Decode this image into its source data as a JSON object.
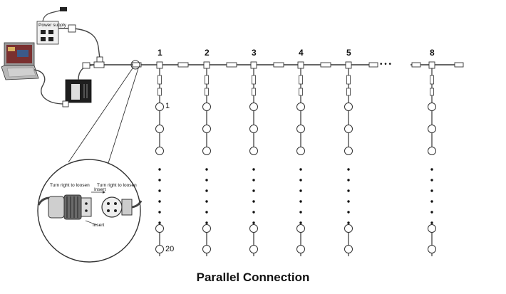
{
  "caption": "Parallel Connection",
  "branches": [
    "1",
    "2",
    "3",
    "4",
    "5",
    "8"
  ],
  "ellipsis": "• • •",
  "node_labels": {
    "first": "1",
    "last": "20"
  },
  "power_box": {
    "label": "Power supply"
  },
  "connector_callout": {
    "turn_left_label": "Turn right to loosen",
    "turn_right_label": "Turn right to loosen",
    "insert_top_label": "Insert",
    "insert_bottom_label": "Insert"
  }
}
